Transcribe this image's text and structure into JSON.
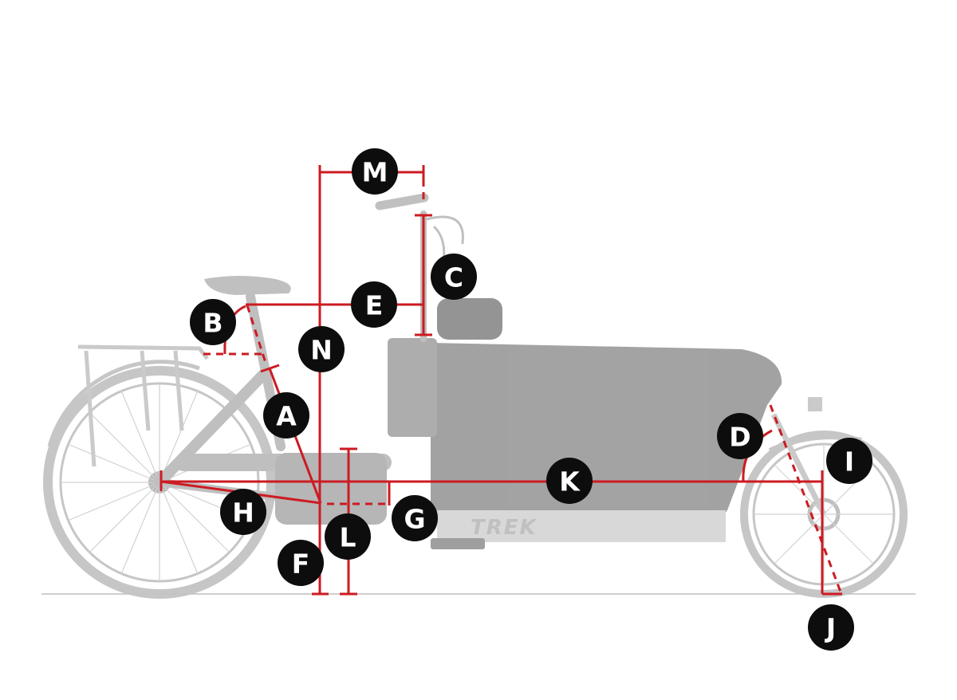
{
  "figure": {
    "brand_text": "TREK",
    "measurement_labels": [
      "A",
      "B",
      "C",
      "D",
      "E",
      "F",
      "G",
      "H",
      "I",
      "J",
      "K",
      "L",
      "M",
      "N"
    ]
  },
  "colors": {
    "dimension_line": "#cc1b22",
    "badge_fill": "#0d0d0d",
    "badge_text": "#ffffff",
    "bike_tint": "#c4c4c4",
    "cargo_box": "#9e9e9e"
  }
}
